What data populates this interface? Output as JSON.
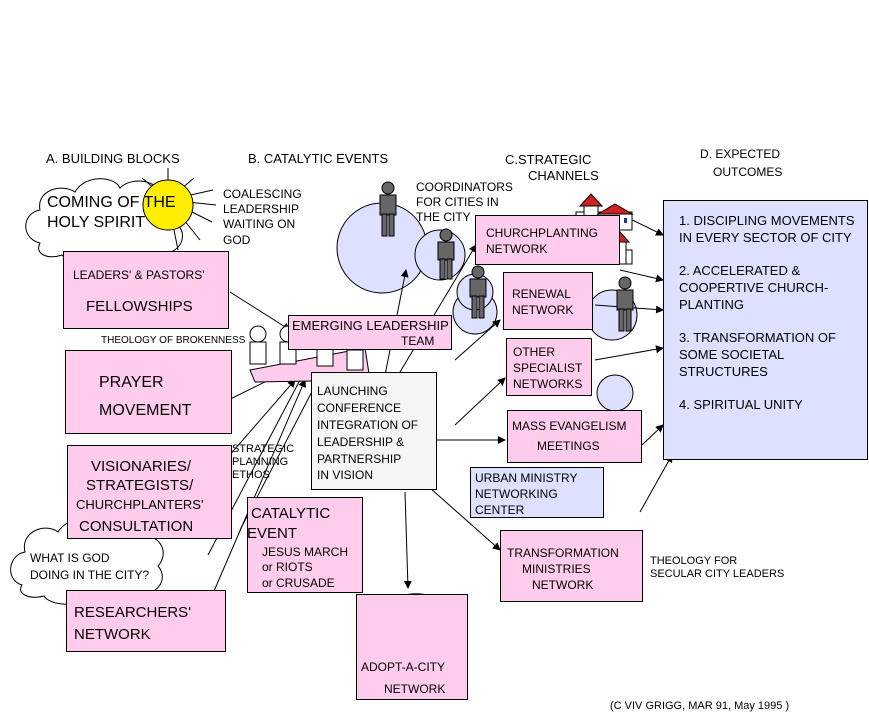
{
  "headers": {
    "a": "A. BUILDING BLOCKS",
    "b": "B. CATALYTIC EVENTS",
    "c": [
      "C.STRATEGIC",
      "CHANNELS"
    ],
    "d": [
      "D. EXPECTED",
      "OUTCOMES"
    ]
  },
  "cloud_top": [
    "COMING OF THE",
    "HOLY SPIRIT"
  ],
  "cloud_bottom": [
    "WHAT IS GOD",
    "DOING IN THE CITY?"
  ],
  "sun_note": [
    "COALESCING",
    "LEADERSHIP",
    "WAITING ON",
    "GOD"
  ],
  "coordinators": [
    "COORDINATORS",
    "FOR CITIES IN",
    "THE CITY"
  ],
  "theology_brokenness": "THEOLOGY OF BROKENNESS",
  "strategic_planning": [
    "STRATEGIC",
    "PLANNING",
    "ETHOS"
  ],
  "theology_secular": [
    "THEOLOGY  FOR",
    "SECULAR CITY LEADERS"
  ],
  "copyright": "(C  VIV GRIGG, MAR 91, May 1995 )",
  "building_blocks": {
    "leaders": [
      "LEADERS' & PASTORS'",
      "FELLOWSHIPS"
    ],
    "prayer": [
      "PRAYER",
      "MOVEMENT"
    ],
    "visionaries": [
      "VISIONARIES/",
      "STRATEGISTS/",
      "CHURCHPLANTERS'",
      "CONSULTATION"
    ],
    "researchers": [
      "RESEARCHERS'",
      "NETWORK"
    ]
  },
  "catalytic": {
    "emerging": [
      "EMERGING LEADERSHIP",
      "TEAM"
    ],
    "launching": [
      "LAUNCHING",
      "CONFERENCE",
      "INTEGRATION OF",
      "LEADERSHIP &",
      "PARTNERSHIP",
      "IN VISION"
    ],
    "catalytic_event": [
      "CATALYTIC",
      "EVENT",
      "JESUS MARCH",
      "or RIOTS",
      "or CRUSADE"
    ],
    "adopt": [
      "ADOPT-A-CITY",
      "NETWORK"
    ]
  },
  "channels": {
    "churchplanting": [
      "CHURCHPLANTING",
      "NETWORK"
    ],
    "renewal": [
      "RENEWAL",
      "NETWORK"
    ],
    "specialist": [
      "OTHER",
      "SPECIALIST",
      "NETWORKS"
    ],
    "mass": [
      "MASS EVANGELISM",
      "MEETINGS"
    ],
    "urban": [
      "URBAN MINISTRY",
      "NETWORKING",
      "CENTER"
    ],
    "transformation": [
      "TRANSFORMATION",
      "MINISTRIES",
      "NETWORK"
    ]
  },
  "outcomes": [
    [
      "1. DISCIPLING MOVEMENTS",
      "IN EVERY SECTOR OF CITY"
    ],
    [
      "2. ACCELERATED &",
      "COOPERTIVE CHURCH-",
      "PLANTING"
    ],
    [
      "3. TRANSFORMATION OF",
      "SOME SOCIETAL",
      "STRUCTURES"
    ],
    [
      "4. SPIRITUAL UNITY"
    ]
  ],
  "colors": {
    "box_pink": "#ffccee",
    "outcome_blue": "#dde0ff",
    "circle_blue": "#dde0ff",
    "sun": "#ffee00"
  }
}
